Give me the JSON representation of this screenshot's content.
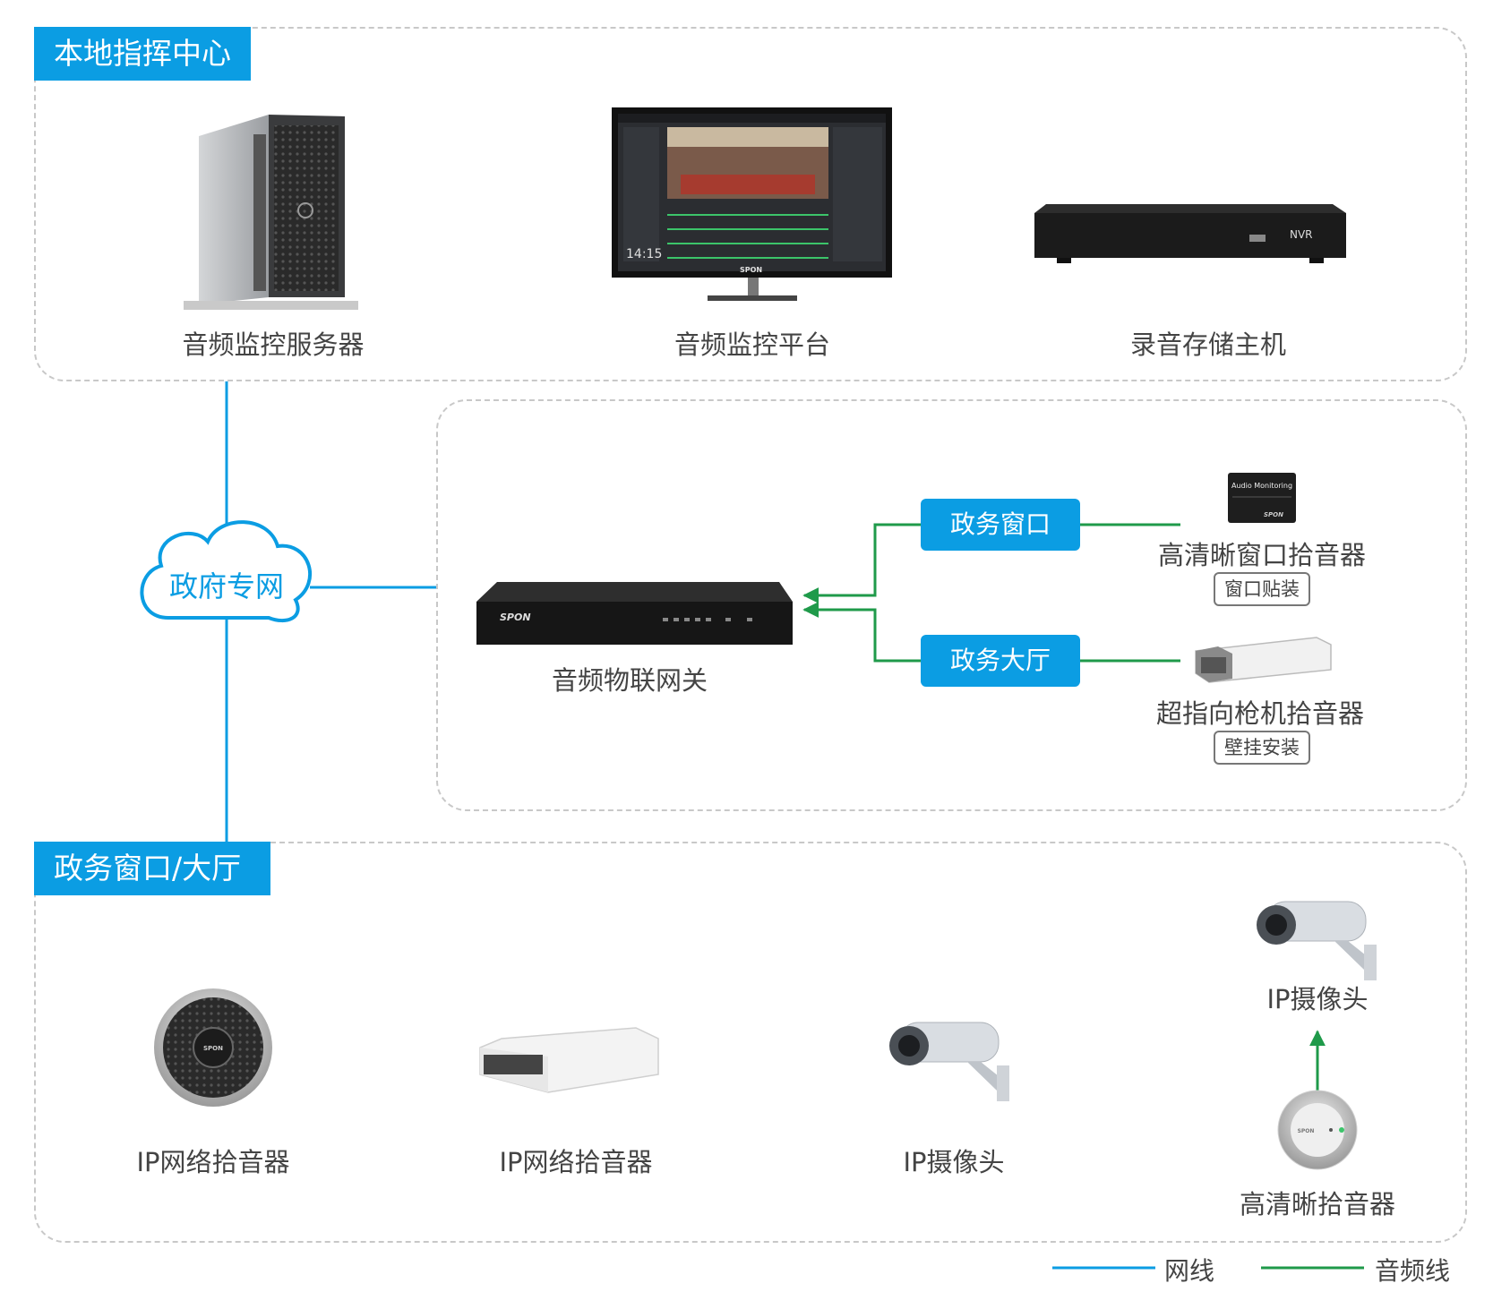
{
  "colors": {
    "net_line": "#0b9de3",
    "audio_line": "#1f9a4a",
    "tag_bg": "#0b9de3",
    "border": "#c8c8c8"
  },
  "top": {
    "tag": "本地指挥中心",
    "items": [
      {
        "icon": "tower-server-icon",
        "label": "音频监控服务器"
      },
      {
        "icon": "monitor-icon",
        "label": "音频监控平台"
      },
      {
        "icon": "nvr-box-icon",
        "label": "录音存储主机"
      }
    ],
    "monitor": {
      "brand": "SPON",
      "clock": "14:15"
    },
    "nvr_text": "NVR"
  },
  "cloud": {
    "label": "政府专网"
  },
  "middle": {
    "gateway": {
      "label": "音频物联网关",
      "brand": "SPON"
    },
    "pill_window": "政务窗口",
    "pill_hall": "政务大厅",
    "device1": {
      "label": "高清晰窗口拾音器",
      "badge": "窗口贴装",
      "plate_text": "Audio Monitoring",
      "brand": "SPON"
    },
    "device2": {
      "label": "超指向枪机拾音器",
      "badge": "壁挂安装"
    }
  },
  "bottom": {
    "tag": "政务窗口/大厅",
    "items": [
      {
        "label": "IP网络拾音器"
      },
      {
        "label": "IP网络拾音器"
      },
      {
        "label": "IP摄像头"
      },
      {
        "label": "IP摄像头"
      },
      {
        "label": "高清晰拾音器"
      }
    ],
    "brand": "SPON"
  },
  "legend": [
    {
      "label": "网线",
      "color": "#0b9de3"
    },
    {
      "label": "音频线",
      "color": "#1f9a4a"
    }
  ]
}
